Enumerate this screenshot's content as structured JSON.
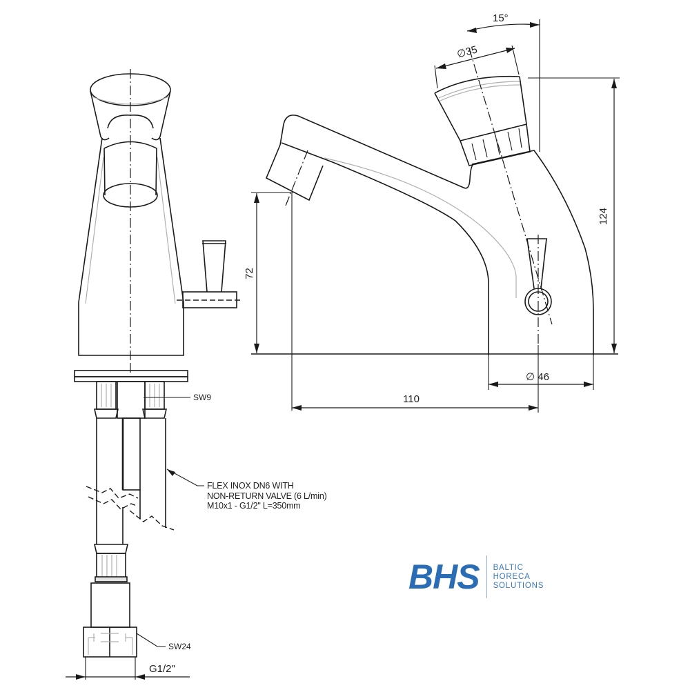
{
  "drawing": {
    "title": "Self-closing pillar tap with flexible hose - technical drawing",
    "views": [
      "front-view",
      "side-view",
      "underside-connection"
    ]
  },
  "dimensions": {
    "angle": "15°",
    "head_diameter": "∅35",
    "total_height": "124",
    "spout_height": "72",
    "base_diameter": "∅ 46",
    "spout_reach": "110"
  },
  "annotations": {
    "nut_small": "SW9",
    "nut_large": "SW24",
    "thread": "G1/2\"",
    "hose_note": [
      "FLEX INOX DN6 WITH",
      "NON-RETURN VALVE (6 L/min)",
      "M10x1 - G1/2\" L=350mm"
    ]
  },
  "logo": {
    "mark": "BHS",
    "lines": [
      "BALTIC",
      "HORECA",
      "SOLUTIONS"
    ],
    "color": "#2a6db5",
    "text_color": "#3b79bd",
    "separator_color": "#8fb0d6"
  }
}
